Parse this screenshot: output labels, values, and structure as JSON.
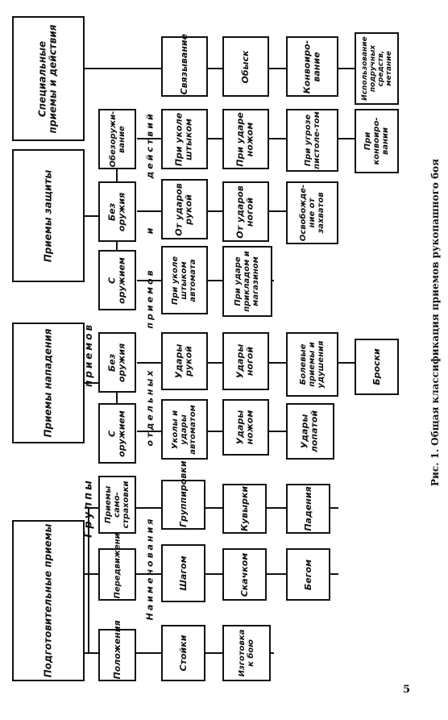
{
  "caption": "Рис. 1. Общая классификация приемов рукопашного боя",
  "page_number": "5",
  "axis_labels": [
    "Группы",
    "Наименования",
    "отдельных",
    "приемов",
    "приемов",
    "и",
    "действий"
  ],
  "groups": [
    {
      "label": "Подготовительные приемы"
    },
    {
      "label": "Приемы нападения"
    },
    {
      "label": "Приемы защиты"
    },
    {
      "label": "Специальные приемы и действия"
    }
  ],
  "nodes": [
    {
      "label": "Положения"
    },
    {
      "label": "Стойки"
    },
    {
      "label": "Изготовка к бою"
    },
    {
      "label": "Передвижения"
    },
    {
      "label": "Шагом"
    },
    {
      "label": "Скачком"
    },
    {
      "label": "Бегом"
    },
    {
      "label": "Приемы само-страховки"
    },
    {
      "label": "Группировки"
    },
    {
      "label": "Кувырки"
    },
    {
      "label": "Падения"
    },
    {
      "label": "С оружием"
    },
    {
      "label": "Уколы и удары автоматом"
    },
    {
      "label": "Удары ножом"
    },
    {
      "label": "Удары лопатой"
    },
    {
      "label": "Без оружия"
    },
    {
      "label": "Удары рукой"
    },
    {
      "label": "Удары ногой"
    },
    {
      "label": "Болевые приемы и удушения"
    },
    {
      "label": "Броски"
    },
    {
      "label": "С оружием"
    },
    {
      "label": "При уколе штыком автомата"
    },
    {
      "label": "При ударе прикладом и магазином"
    },
    {
      "label": "Без оружия"
    },
    {
      "label": "От ударов рукой"
    },
    {
      "label": "От ударов ногой"
    },
    {
      "label": "Освобожде-ние от захватов"
    },
    {
      "label": "Обезоружи-вание"
    },
    {
      "label": "При уколе штыком"
    },
    {
      "label": "При ударе ножом"
    },
    {
      "label": "При угрозе пистоле-том"
    },
    {
      "label": "При конвоиро-вании"
    },
    {
      "label": "Связывание"
    },
    {
      "label": "Обыск"
    },
    {
      "label": "Конвоиро-вание"
    },
    {
      "label": "Использование подручных средств, метание"
    }
  ]
}
